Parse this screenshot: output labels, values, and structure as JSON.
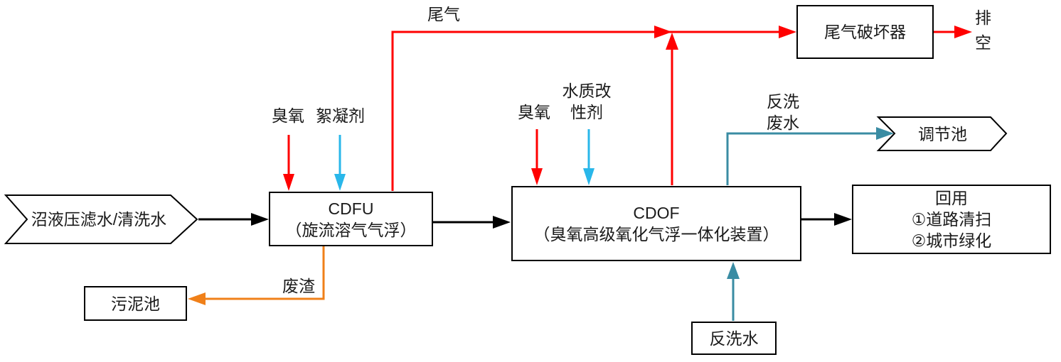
{
  "colors": {
    "black": "#000000",
    "red": "#FF0000",
    "cyan": "#29B7EA",
    "orange": "#F08019",
    "teal": "#3A8CA3",
    "background": "#FFFFFF",
    "text": "#1A1A1A"
  },
  "nodes": {
    "input": {
      "label": "沼液压滤水/清洗水"
    },
    "cdfu": {
      "name": "CDFU",
      "desc": "（旋流溶气气浮）"
    },
    "cdof": {
      "name": "CDOF",
      "desc": "（臭氧高级氧化气浮一体化装置）"
    },
    "tail_gas_destructor": {
      "label": "尾气破坏器"
    },
    "regulating_tank": {
      "label": "调节池"
    },
    "reuse": {
      "title": "回用",
      "items": [
        "①道路清扫",
        "②城市绿化"
      ]
    },
    "sludge_tank": {
      "label": "污泥池"
    },
    "backwash_water": {
      "label": "反洗水"
    }
  },
  "flow_labels": {
    "tail_gas": "尾气",
    "vent": "排空",
    "ozone_cdfu": "臭氧",
    "flocculant": "絮凝剂",
    "ozone_cdof": "臭氧",
    "water_quality_modifier": "水质改性剂",
    "backwash_wastewater": "反洗废水",
    "waste_residue": "废渣"
  }
}
